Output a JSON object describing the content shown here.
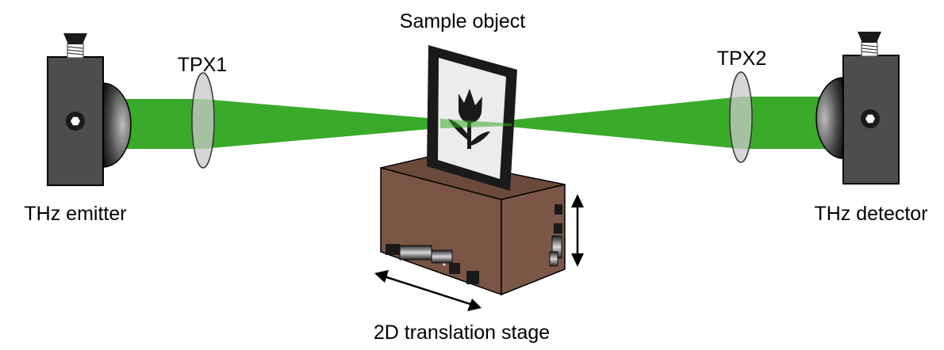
{
  "labels": {
    "sample_object": "Sample object",
    "tpx1": "TPX1",
    "tpx2": "TPX2",
    "thz_emitter": "THz emitter",
    "thz_detector": "THz detector",
    "translation_stage": "2D translation stage"
  },
  "colors": {
    "beam": "#3aaa2a",
    "housing": "#4d4d4d",
    "lens": "#c8c8c8",
    "frame": "#1a1a1a",
    "stage_front": "#7a5545",
    "stage_top": "#6b4a3b",
    "stage_side": "#5a3c30"
  },
  "icons": [
    "emitter-icon",
    "detector-icon",
    "lens-icon",
    "tulip-icon",
    "double-arrow-icon",
    "translation-stage-icon"
  ]
}
